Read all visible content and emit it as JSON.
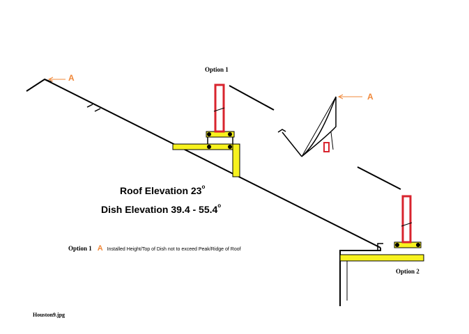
{
  "labels": {
    "option1": "Option 1",
    "option2": "Option 2",
    "roof_elevation_prefix": "Roof Elevation 23",
    "roof_elevation_sup": "o",
    "dish_elevation_prefix": "Dish Elevation 39.4 - 55.4",
    "dish_elevation_sup": "o",
    "marker_a": "A",
    "note_option": "Option 1",
    "note_marker": "A",
    "note_text": "Installed Height/Top of Dish not to exceed Peak/Ridge of Roof",
    "filename": "Houston9.jpg"
  },
  "colors": {
    "line": "#000000",
    "mast": "#d8242e",
    "bracket": "#f7f21e",
    "marker": "#f0883a"
  }
}
